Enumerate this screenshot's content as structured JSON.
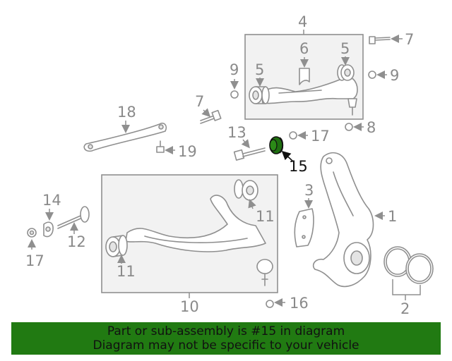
{
  "callouts": {
    "c1": "1",
    "c2": "2",
    "c3": "3",
    "c4": "4",
    "c5a": "5",
    "c5b": "5",
    "c6": "6",
    "c7a": "7",
    "c7b": "7",
    "c8": "8",
    "c9a": "9",
    "c9b": "9",
    "c10": "10",
    "c11a": "11",
    "c11b": "11",
    "c12": "12",
    "c13": "13",
    "c14": "14",
    "c15": "15",
    "c16": "16",
    "c17a": "17",
    "c17b": "17",
    "c18": "18",
    "c19": "19"
  },
  "highlighted_part": "15",
  "colors": {
    "banner": "#217a12",
    "highlight_part": "#1f6f10",
    "line": "#8f8f8f",
    "frame": "#f2f2f2"
  },
  "banner": {
    "line1": "Part or sub-assembly is #15 in diagram",
    "line2": "Diagram may not be specific to your vehicle"
  }
}
